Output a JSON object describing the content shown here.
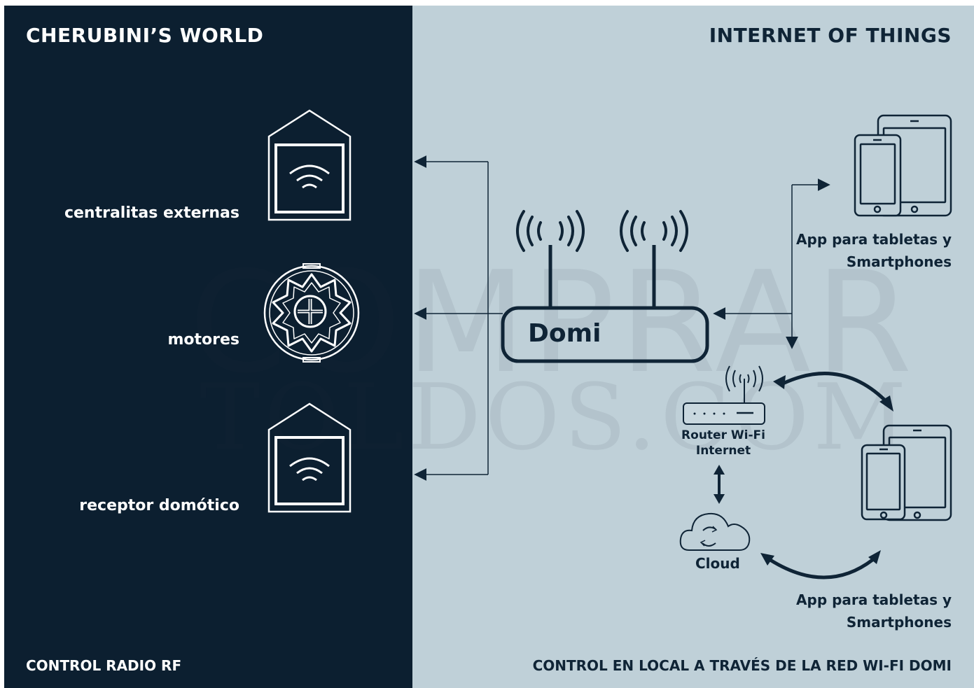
{
  "left": {
    "title": "CHERUBINI’S WORLD",
    "footer": "CONTROL RADIO RF",
    "devices": [
      {
        "label": "centralitas externas",
        "icon": "wall-controller-icon"
      },
      {
        "label": "motores",
        "icon": "motor-icon"
      },
      {
        "label": "receptor domótico",
        "icon": "receiver-icon"
      }
    ]
  },
  "right": {
    "title": "INTERNET OF THINGS",
    "footer": "CONTROL EN LOCAL A TRAVÉS DE LA RED WI-FI DOMI",
    "domi_label": "Domi",
    "app_top": {
      "line1": "App para tabletas y",
      "line2": "Smartphones"
    },
    "app_bottom": {
      "line1": "App para tabletas y",
      "line2": "Smartphones"
    },
    "router": {
      "line1": "Router Wi-Fi",
      "line2": "Internet"
    },
    "cloud": "Cloud"
  },
  "watermark": {
    "line1": "COMPRAR",
    "line2": "TOLDOS.COM"
  },
  "colors": {
    "left_bg": "#0c1f30",
    "right_bg": "#bfd0d8",
    "ink": "#0f2436",
    "white": "#ffffff"
  }
}
